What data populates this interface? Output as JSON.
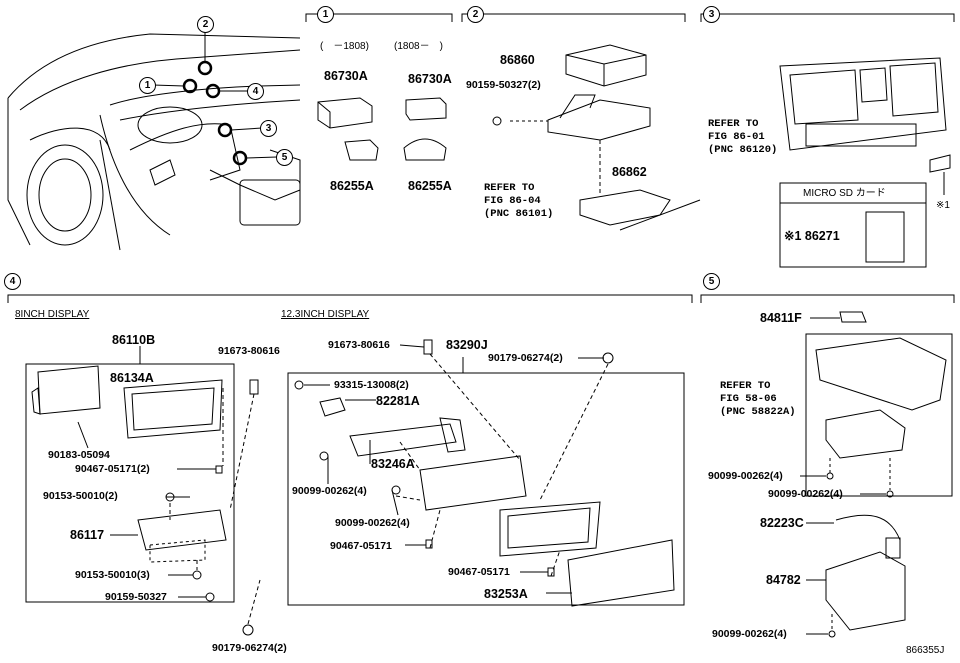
{
  "sections": {
    "s1": {
      "num": "1",
      "range_a": "(　－1808)",
      "range_b": "(1808－　)",
      "parts": [
        "86730A",
        "86730A",
        "86255A",
        "86255A"
      ]
    },
    "s2": {
      "num": "2",
      "parts": [
        "86860",
        "90159-50327(2)",
        "86862"
      ],
      "ref": [
        "REFER TO",
        "FIG 86-04",
        "(PNC 86101)"
      ]
    },
    "s3": {
      "num": "3",
      "ref": [
        "REFER TO",
        "FIG 86-01",
        "(PNC 86120)"
      ],
      "micro_title": "MICRO SD カード",
      "micro_part": "※1 86271",
      "note": "※1"
    },
    "s4": {
      "num": "4",
      "hdr_8": "8INCH DISPLAY",
      "hdr_12": "12.3INCH DISPLAY",
      "parts_8": [
        "86110B",
        "86134A",
        "91673-80616",
        "90183-05094",
        "90467-05171(2)",
        "90153-50010(2)",
        "86117",
        "90153-50010(3)",
        "90159-50327",
        "90179-06274(2)"
      ],
      "parts_12": [
        "91673-80616",
        "83290J",
        "90179-06274(2)",
        "93315-13008(2)",
        "82281A",
        "83246A",
        "90099-00262(4)",
        "90099-00262(4)",
        "90467-05171",
        "90467-05171",
        "83253A"
      ]
    },
    "s5": {
      "num": "5",
      "parts": [
        "84811F",
        "90099-00262(4)",
        "90099-00262(4)",
        "82223C",
        "84782",
        "90099-00262(4)"
      ],
      "ref": [
        "REFER TO",
        "FIG 58-06",
        "(PNC 58822A)"
      ]
    }
  },
  "overview_callouts": [
    "1",
    "2",
    "3",
    "4",
    "5"
  ],
  "figure_id": "866355J"
}
